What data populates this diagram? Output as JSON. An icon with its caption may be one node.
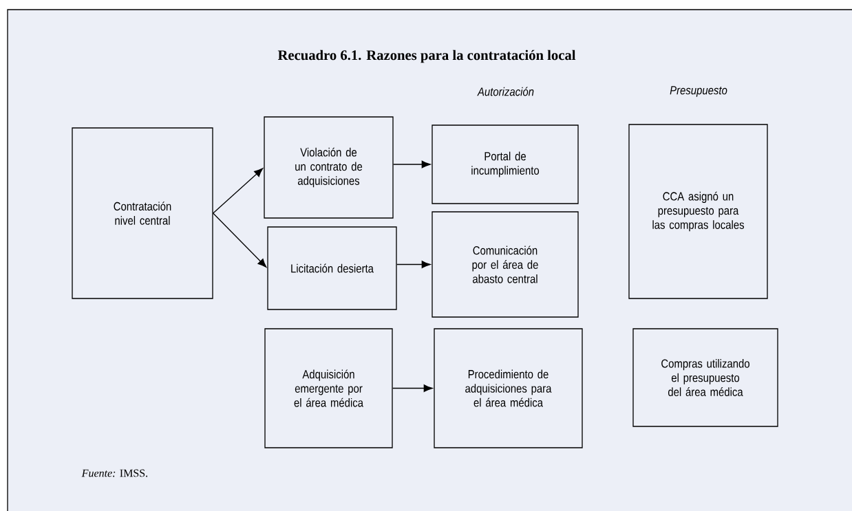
{
  "diagram": {
    "title": "Recuadro 6.1. Razones para la contratación local",
    "caption": "*Fuente:* IMSS.",
    "nodes": [
      {
        "text": [
          "Contratación nivel central"
        ]
      },
      {
        "text": [
          "Violación de un contrato de adquisiciones"
        ]
      },
      {
        "text": [
          "Portal de incumplimiento"
        ]
      },
      {
        "text": [
          "CCA asignó un presupuesto para las compras locales"
        ]
      },
      {
        "text": [
          "Licitación desierta"
        ]
      },
      {
        "text": [
          "Comunicación por el área de abasto central"
        ]
      },
      {
        "text": [
          "Adquisición emergente por el área médica"
        ]
      },
      {
        "text": [
          "Procedimiento de adquisiciones para el área médica"
        ]
      },
      {
        "text": [
          "Compras utilizando el presupuesto del área médica"
        ]
      }
    ],
    "edges": [
      {
        "from": 0,
        "to": 1,
        "arrow": "to"
      },
      {
        "from": 0,
        "to": 4,
        "arrow": "to"
      },
      {
        "from": 1,
        "to": 2,
        "arrow": "to"
      },
      {
        "from": 4,
        "to": 5,
        "arrow": "to"
      },
      {
        "from": 6,
        "to": 7,
        "arrow": "to"
      }
    ],
    "labels": [
      "Autorización",
      "Presupuesto"
    ]
  }
}
